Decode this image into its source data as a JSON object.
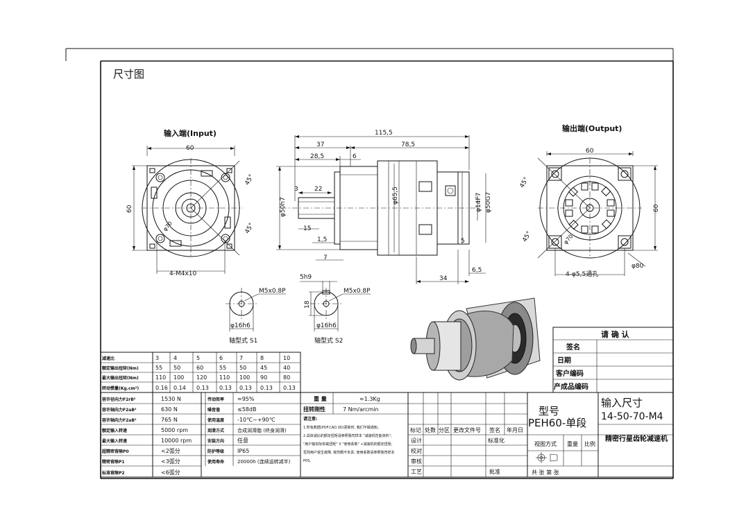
{
  "sheet": {
    "section_title": "尺寸图",
    "input_title": "输入端(Input)",
    "output_title": "输出端(Output)"
  },
  "input_view": {
    "width_dim": "60",
    "height_dim": "60",
    "angle_top": "45°",
    "angle_bottom": "45°",
    "pcd": "φ70",
    "bolt_note": "4-M4x10"
  },
  "side_view": {
    "overall": "115,5",
    "left_len": "37",
    "right_len": "78,5",
    "d28_5": "28,5",
    "d6": "6",
    "d3": "3",
    "d22": "22",
    "d15": "15",
    "d1_5": "1,5",
    "d7": "7",
    "d65_5": "φ65,5",
    "d50h7": "φ50h7",
    "d14f7": "φ14F7",
    "d50g7": "φ50G7",
    "d5": "5",
    "d6_5": "6,5",
    "d34": "34"
  },
  "output_view": {
    "width_dim": "60",
    "height_dim": "60",
    "angle_top": "45°",
    "angle_bottom": "45°",
    "pcd": "φ70",
    "hole_note": "4-φ5,5通孔",
    "outer_dia": "φ80"
  },
  "shaft_s1": {
    "thread": "M5x0.8P",
    "dia": "φ16h6",
    "caption": "轴型式 S1"
  },
  "shaft_s2": {
    "thread": "M5x0.8P",
    "dia": "φ16h6",
    "key": "5h9",
    "height": "18",
    "caption": "轴型式 S2"
  },
  "ratio_table": {
    "rows": [
      {
        "label": "减速比",
        "values": [
          "3",
          "4",
          "5",
          "6",
          "7",
          "8",
          "10"
        ]
      },
      {
        "label": "额定输出扭矩(Nm)",
        "values": [
          "55",
          "50",
          "60",
          "55",
          "50",
          "45",
          "40"
        ]
      },
      {
        "label": "最大输出扭矩(Nm)",
        "values": [
          "110",
          "100",
          "120",
          "110",
          "100",
          "90",
          "80"
        ]
      },
      {
        "label": "转动惯量(Kg.cm²)",
        "values": [
          "0.16",
          "0.14",
          "0.13",
          "0.13",
          "0.13",
          "0.13",
          "0.13"
        ]
      }
    ]
  },
  "spec_left": [
    {
      "label": "容许径向力F2rB²",
      "value": "1530 N"
    },
    {
      "label": "容许轴向力F2aB²",
      "value": "630 N"
    },
    {
      "label": "容许轴向力F2aB²",
      "value": "765 N"
    },
    {
      "label": "额定输入转速",
      "value": "5000 rpm"
    },
    {
      "label": "最大输入转速",
      "value": "10000 rpm"
    },
    {
      "label": "超精密背隙P0",
      "value": "<2弧分"
    },
    {
      "label": "精密背隙P1",
      "value": "<3弧分"
    },
    {
      "label": "标准背隙P2",
      "value": "<6弧分"
    }
  ],
  "spec_mid": [
    {
      "label": "传动效率",
      "value": "≈95%"
    },
    {
      "label": "噪音值",
      "value": "≤58dB"
    },
    {
      "label": "使用温度",
      "value": "-10℃~+90℃"
    },
    {
      "label": "润滑方式",
      "value": "合成润滑脂 (终身润滑)"
    },
    {
      "label": "安装方向",
      "value": "任意"
    },
    {
      "label": "防护等级",
      "value": "IP65"
    },
    {
      "label": "使用寿命",
      "value": "20000h (连续运转减半)"
    }
  ],
  "weight": {
    "label": "重 量",
    "value": "≈1.3Kg"
  },
  "torsion": {
    "label": "扭转刚性",
    "value": "7 Nm/arcmin"
  },
  "notes": {
    "heading": "请注意:",
    "lines": [
      "1.所有数据(PDF.CAD.3D)更新时, 我们不做通知。",
      "2.具体減比的额定扭矩请参照我司样本 \"减速机性能资料\";",
      "\"用户轴实际有载扭矩\" X \"使用系数\" <减速机的额定扭矩;",
      "否则用户受生故障, 我司概不负责; 使用系数请参照我司样本",
      "P05。"
    ]
  },
  "title_block": {
    "revision_headers": [
      "标记",
      "处数",
      "分区",
      "更改文件号",
      "签名",
      "年月日"
    ],
    "roles": [
      "设计",
      "校对",
      "审核",
      "工艺"
    ],
    "standardize": "标准化",
    "approve": "批准",
    "model_label": "型号",
    "model_value": "PEH60-单段",
    "input_size_label": "输入尺寸",
    "input_size_value": "14-50-70-M4",
    "product_name": "精密行星齿轮减速机",
    "view_method": "视图方式",
    "weight_col": "重量",
    "scale_col": "比例",
    "sheet_count": "共   张 第   张"
  },
  "confirm_block": {
    "title": "请 确 认",
    "rows": [
      "签名",
      "日期",
      "客户编码",
      "产成品编码"
    ]
  }
}
